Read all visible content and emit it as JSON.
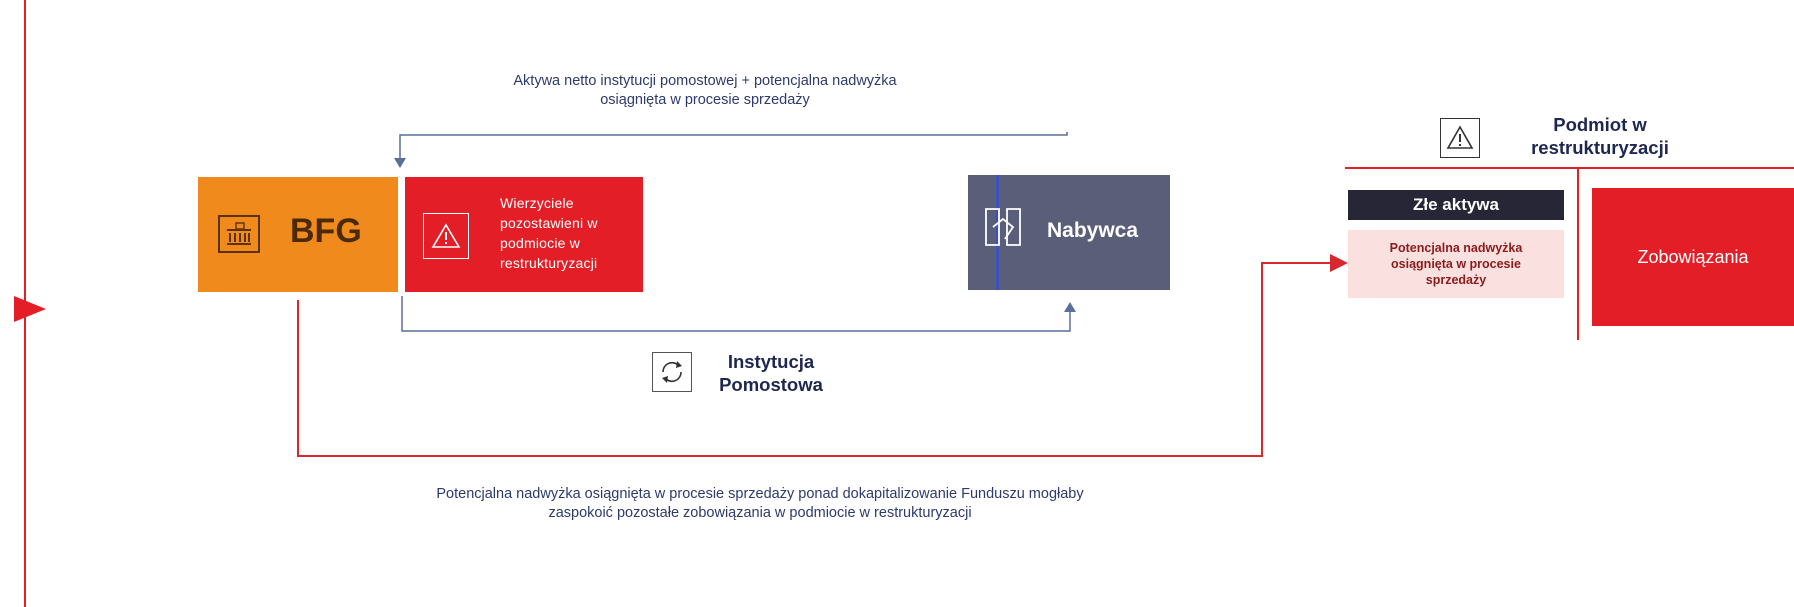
{
  "top_caption": {
    "line1": "Aktywa netto instytucji pomostowej + potencjalna nadwyżka",
    "line2": "osiągnięta w procesie sprzedaży"
  },
  "bfg": {
    "label": "BFG",
    "icon": "bank-building-icon",
    "color": "#f08a1c"
  },
  "creditors": {
    "icon": "warning-icon",
    "color": "#e41e26",
    "lines": [
      "Wierzyciele",
      "pozostawieni w",
      "podmiocie w",
      "restrukturyzacji"
    ]
  },
  "buyer": {
    "label": "Nabywca",
    "icon": "handshake-icon",
    "color": "#5a5e78"
  },
  "bridge": {
    "icon": "cycle-icon",
    "line1": "Instytucja",
    "line2": "Pomostowa"
  },
  "entity": {
    "icon": "warning-icon",
    "line1": "Podmiot w",
    "line2": "restrukturyzacji"
  },
  "bad_assets": {
    "header": "Złe aktywa",
    "body_lines": [
      "Potencjalna nadwyżka",
      "osiągnięta w procesie",
      "sprzedaży"
    ]
  },
  "liabilities": {
    "label": "Zobowiązania",
    "color": "#e41e26"
  },
  "bottom_caption": {
    "line1": "Potencjalna nadwyżka osiągnięta w procesie sprzedaży ponad dokapitalizowanie Funduszu mogłaby",
    "line2": "zaspokoić pozostałe zobowiązania w podmiocie w restrukturyzacji"
  },
  "colors": {
    "accent_red": "#e41e26",
    "connector_blue": "#5a6f9a",
    "text_navy": "#2e3a6b"
  }
}
